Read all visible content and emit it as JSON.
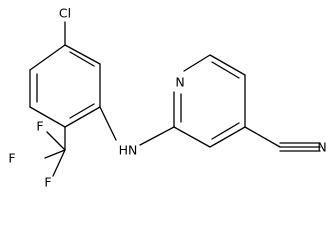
{
  "structure": {
    "atom_labels": {
      "chlorine": "Cl",
      "pyridine_nitrogen": "N",
      "amine": "HN",
      "nitrile_nitrogen": "N",
      "fluorine_top": "F",
      "fluorine_left": "F",
      "fluorine_bottom": "F"
    },
    "colors": {
      "bond": "#000000",
      "label": "#000000",
      "background": "#ffffff"
    }
  }
}
